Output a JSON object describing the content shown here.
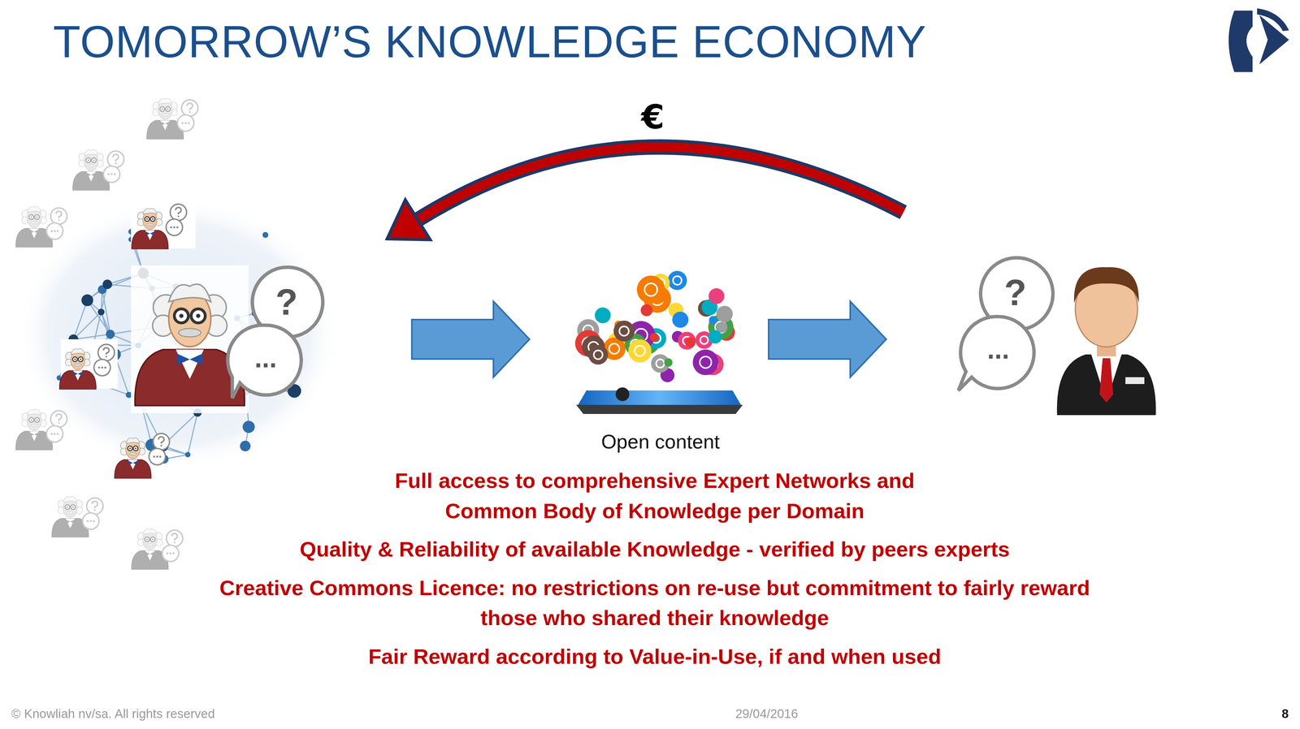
{
  "diagram": {
    "title": "TOMORROW’S KNOWLEDGE ECONOMY",
    "nodes": [
      {
        "text": [
          "?",
          "..."
        ]
      },
      {
        "text": [
          "Open content"
        ]
      },
      {
        "text": [
          "?",
          "..."
        ]
      }
    ],
    "edges": [
      {
        "from": 0,
        "to": 1,
        "arrow": "to"
      },
      {
        "from": 1,
        "to": 2,
        "arrow": "to"
      },
      {
        "from": 2,
        "to": 0,
        "label": "€",
        "arrow": "to"
      }
    ],
    "labels": [
      "Full access to comprehensive Expert Networks and Common Body of Knowledge per Domain",
      "Quality & Reliability of available Knowledge - verified by peers experts",
      "Creative Commons Licence: no restrictions on re-use but commitment to fairly reward those who shared their knowledge",
      "Fair Reward according to Value-in-Use, if and when used",
      "© Knowliah nv/sa. All rights reserved",
      "29/04/2016",
      "8"
    ]
  }
}
